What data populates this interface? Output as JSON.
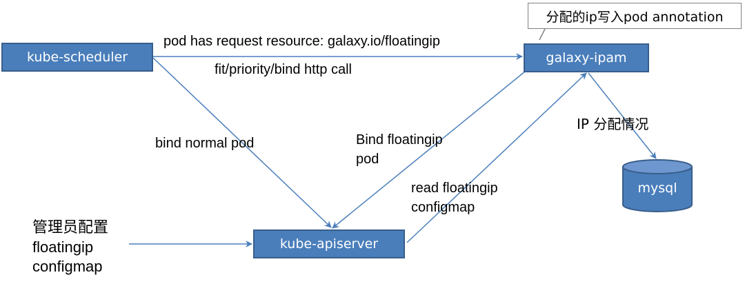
{
  "nodes": {
    "scheduler": "kube-scheduler",
    "ipam": "galaxy-ipam",
    "apiserver": "kube-apiserver",
    "mysql": "mysql"
  },
  "callout": "分配的ip写入pod annotation",
  "labels": {
    "request_resource": "pod has request resource: galaxy.io/floatingip",
    "http_call": "fit/priority/bind http call",
    "bind_normal": "bind normal pod",
    "bind_floating_1": "Bind floatingip",
    "bind_floating_2": "pod",
    "read_config_1": "read floatingip",
    "read_config_2": "configmap",
    "ip_status": "IP 分配情况",
    "admin_1": "管理员配置",
    "admin_2": "floatingip",
    "admin_3": "configmap"
  },
  "colors": {
    "node_fill": "#4a7ebb",
    "node_border": "#385d8a",
    "arrow": "#4a7ebb",
    "callout_border": "#7f7f7f"
  }
}
